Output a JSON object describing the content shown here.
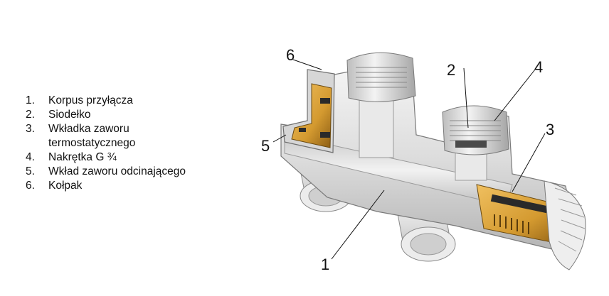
{
  "legend": {
    "items": [
      {
        "num": "1.",
        "lines": [
          "Korpus przyłącza"
        ]
      },
      {
        "num": "2.",
        "lines": [
          "Siodełko"
        ]
      },
      {
        "num": "3.",
        "lines": [
          "Wkładka zaworu",
          "termostatycznego"
        ]
      },
      {
        "num": "4.",
        "lines": [
          "Nakrętka G ¾"
        ]
      },
      {
        "num": "5.",
        "lines": [
          "Wkład zaworu odcinającego"
        ]
      },
      {
        "num": "6.",
        "lines": [
          "Kołpak"
        ]
      }
    ]
  },
  "callouts": {
    "c1": "1",
    "c2": "2",
    "c3": "3",
    "c4": "4",
    "c5": "5",
    "c6": "6"
  },
  "colors": {
    "body": "#e3e3e3",
    "body_dark": "#a9a9a9",
    "section": "#cfcfcf",
    "brass": "#d9a13a",
    "brass_dark": "#9a6a18",
    "seal": "#2a2a2a"
  }
}
